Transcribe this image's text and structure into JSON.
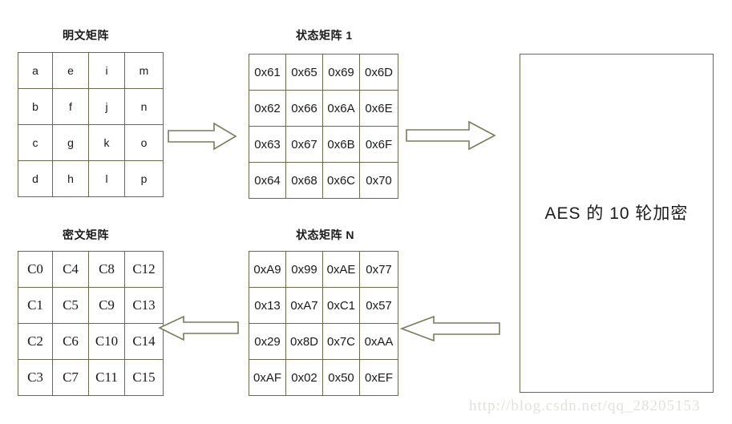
{
  "diagram": {
    "title_plaintext_matrix": "明文矩阵",
    "title_state_matrix_1": "状态矩阵 1",
    "title_ciphertext_matrix": "密文矩阵",
    "title_state_matrix_n": "状态矩阵 N",
    "aes_box_label": "AES 的 10 轮加密",
    "watermark": "http://blog.csdn.net/qq_28205153",
    "colors": {
      "border": "#6b6b4a",
      "arrow_stroke": "#7b7b5c",
      "text": "#1a1a1a",
      "watermark": "#e2e2da",
      "background": "#ffffff"
    }
  },
  "matrices": {
    "plaintext": {
      "rows": [
        [
          "a",
          "e",
          "i",
          "m"
        ],
        [
          "b",
          "f",
          "j",
          "n"
        ],
        [
          "c",
          "g",
          "k",
          "o"
        ],
        [
          "d",
          "h",
          "l",
          "p"
        ]
      ]
    },
    "state_1": {
      "rows": [
        [
          "0x61",
          "0x65",
          "0x69",
          "0x6D"
        ],
        [
          "0x62",
          "0x66",
          "0x6A",
          "0x6E"
        ],
        [
          "0x63",
          "0x67",
          "0x6B",
          "0x6F"
        ],
        [
          "0x64",
          "0x68",
          "0x6C",
          "0x70"
        ]
      ]
    },
    "ciphertext": {
      "rows": [
        [
          "C0",
          "C4",
          "C8",
          "C12"
        ],
        [
          "C1",
          "C5",
          "C9",
          "C13"
        ],
        [
          "C2",
          "C6",
          "C10",
          "C14"
        ],
        [
          "C3",
          "C7",
          "C11",
          "C15"
        ]
      ]
    },
    "state_n": {
      "rows": [
        [
          "0xA9",
          "0x99",
          "0xAE",
          "0x77"
        ],
        [
          "0x13",
          "0xA7",
          "0xC1",
          "0x57"
        ],
        [
          "0x29",
          "0x8D",
          "0x7C",
          "0xAA"
        ],
        [
          "0xAF",
          "0x02",
          "0x50",
          "0xEF"
        ]
      ]
    }
  },
  "arrows": [
    {
      "name": "arrow-plaintext-to-state1",
      "direction": "right"
    },
    {
      "name": "arrow-state1-to-aes",
      "direction": "right"
    },
    {
      "name": "arrow-staten-to-ciphertext",
      "direction": "left"
    },
    {
      "name": "arrow-aes-to-staten",
      "direction": "left"
    }
  ]
}
